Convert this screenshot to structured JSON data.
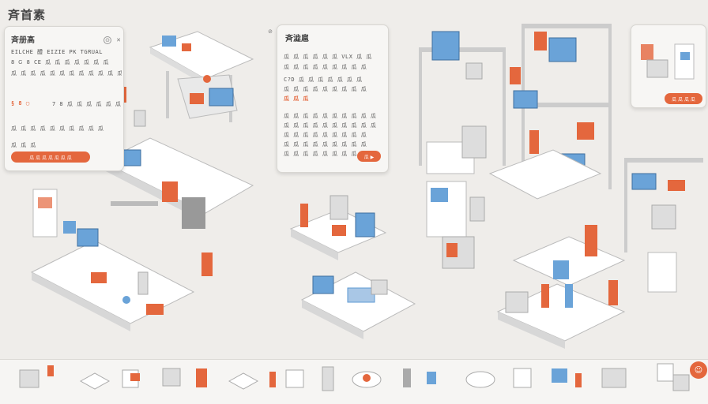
{
  "header": {
    "title": "斉首素"
  },
  "card_left": {
    "title": "斉册髙",
    "lines": [
      "EILCHE 醴 EIZIE PK TGRUAL",
      "8 Ꮯ 8 CE 瓜 瓜 瓜 瓜 瓜 瓜 瓜",
      "瓜 瓜 瓜 瓜 瓜 瓜 瓜 瓜 瓜 瓜 瓜 瓜"
    ],
    "tag": "§ 8 ▢",
    "tag2": "7 8 瓜 瓜 瓜 瓜 瓜 瓜",
    "line4": "瓜 瓜 瓜 瓜 瓜 瓜 瓜 瓜 瓜 瓜",
    "line5": "瓜 瓜 瓜",
    "button": "瓜 瓜 瓜 瓜 瓜 瓜 瓜",
    "icon_left": "⊙",
    "icon_right": "✕"
  },
  "card_center": {
    "title": "斉澁扈",
    "lines": [
      "瓜 瓜 瓜 瓜 瓜 瓜 VLX 瓜 瓜",
      "瓜 瓜 瓜 瓜 瓜 瓜 瓜 瓜 瓜",
      "C?D 瓜 瓜 瓜 瓜 瓜 瓜 瓜",
      "瓜 瓜 瓜 瓜 瓜 瓜 瓜 瓜 瓜"
    ],
    "tag": "瓜 瓜 瓜",
    "lines2": [
      "瓜 瓜 瓜 瓜 瓜 瓜 瓜 瓜 瓜 瓜",
      "瓜 瓜 瓜 瓜 瓜 瓜 瓜 瓜 瓜 瓜",
      "瓜 瓜 瓜 瓜 瓜 瓜 瓜 瓜 瓜"
    ],
    "lines3": [
      "瓜 瓜 瓜 瓜 瓜 瓜 瓜 瓜 瓜",
      "瓜 瓜 瓜 瓜 瓜 瓜 瓜 瓜"
    ],
    "button": "瓜 ▶",
    "icon": "⊘"
  },
  "card_right": {
    "button": "瓜 瓜 瓜 瓜"
  },
  "colors": {
    "accent": "#e4673d",
    "blue": "#5d9ad3",
    "surface": "#f4f3f1"
  },
  "strip": {
    "round_button": "☺"
  }
}
